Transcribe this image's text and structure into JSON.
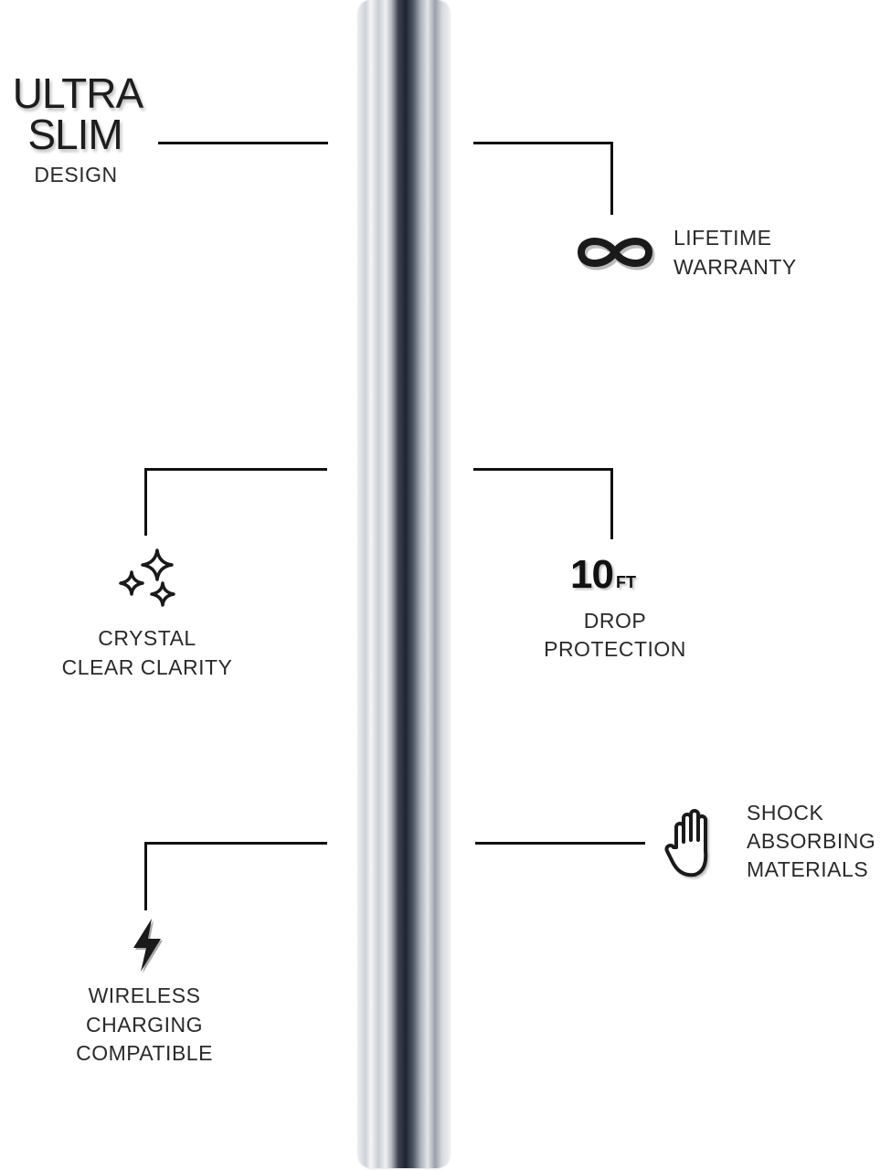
{
  "features": {
    "ultra_slim": {
      "line1": "ULTRA",
      "line2": "SLIM",
      "line3": "DESIGN"
    },
    "lifetime_warranty": {
      "icon": "infinity-icon",
      "line1": "LIFETIME",
      "line2": "WARRANTY"
    },
    "crystal_clear": {
      "icon": "sparkles-icon",
      "line1": "CRYSTAL",
      "line2": "CLEAR CLARITY"
    },
    "drop_protection": {
      "number": "10",
      "unit": "FT",
      "line1": "DROP",
      "line2": "PROTECTION"
    },
    "shock_absorbing": {
      "icon": "hand-icon",
      "line1": "SHOCK",
      "line2": "ABSORBING",
      "line3": "MATERIALS"
    },
    "wireless_charging": {
      "icon": "lightning-bolt-icon",
      "line1": "WIRELESS",
      "line2": "CHARGING",
      "line3": "COMPATIBLE"
    }
  }
}
